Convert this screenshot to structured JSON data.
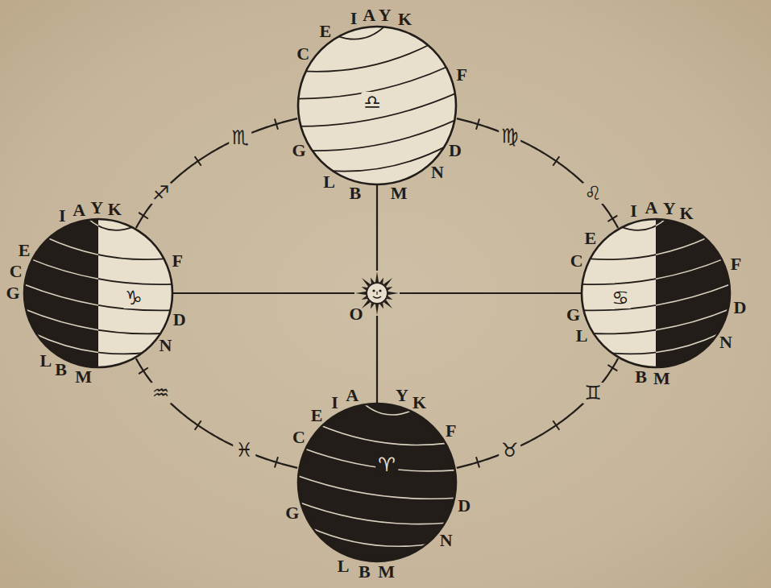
{
  "diagram": {
    "nodes": [
      {
        "text": [
          "I",
          "A",
          "Y",
          "K",
          "E",
          "C",
          "G",
          "F",
          "D",
          "N",
          "L",
          "B",
          "M",
          "♎"
        ]
      },
      {
        "text": [
          "I",
          "A",
          "Y",
          "K",
          "E",
          "C",
          "G",
          "F",
          "D",
          "N",
          "L",
          "B",
          "M",
          "♑"
        ]
      },
      {
        "text": [
          "O"
        ]
      },
      {
        "text": [
          "I",
          "A",
          "Y",
          "K",
          "E",
          "C",
          "G",
          "F",
          "D",
          "N",
          "L",
          "B",
          "M",
          "♋"
        ]
      },
      {
        "text": [
          "I",
          "A",
          "Y",
          "K",
          "E",
          "C",
          "G",
          "F",
          "D",
          "N",
          "L",
          "B",
          "M",
          "♈"
        ]
      }
    ],
    "edges": [
      {
        "from": 0,
        "to": 3,
        "arrow": "none"
      },
      {
        "from": 3,
        "to": 4,
        "arrow": "none"
      },
      {
        "from": 4,
        "to": 1,
        "arrow": "none"
      },
      {
        "from": 1,
        "to": 0,
        "arrow": "none"
      },
      {
        "from": 2,
        "to": 0,
        "arrow": "none"
      },
      {
        "from": 2,
        "to": 1,
        "arrow": "none"
      },
      {
        "from": 2,
        "to": 3,
        "arrow": "none"
      },
      {
        "from": 2,
        "to": 4,
        "arrow": "none"
      }
    ],
    "labels": [
      "♏",
      "♍",
      "♐",
      "♌",
      "♒",
      "♊",
      "♓",
      "♉"
    ]
  }
}
